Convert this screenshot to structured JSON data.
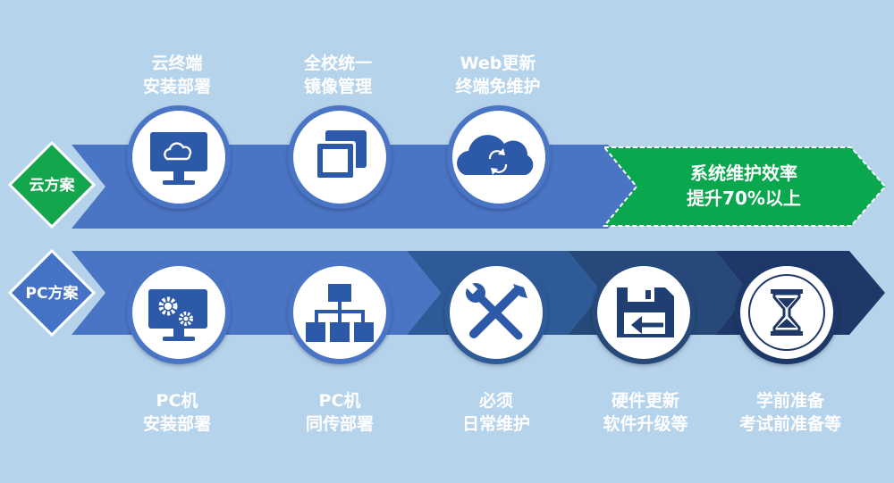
{
  "cloud": {
    "badge": "云方案",
    "steps": [
      {
        "line1": "云终端",
        "line2": "安装部署",
        "icon": "monitor-cloud-icon"
      },
      {
        "line1": "全校统一",
        "line2": "镜像管理",
        "icon": "stacked-windows-icon"
      },
      {
        "line1": "Web更新",
        "line2": "终端免维护",
        "icon": "cloud-sync-icon"
      }
    ],
    "result": {
      "line1": "系统维护效率",
      "line2": "提升70%以上"
    }
  },
  "pc": {
    "badge": "PC方案",
    "steps": [
      {
        "line1": "PC机",
        "line2": "安装部署",
        "icon": "monitor-gears-icon"
      },
      {
        "line1": "PC机",
        "line2": "同传部署",
        "icon": "network-hierarchy-icon"
      },
      {
        "line1": "必须",
        "line2": "日常维护",
        "icon": "wrench-screwdriver-icon"
      },
      {
        "line1": "硬件更新",
        "line2": "软件升级等",
        "icon": "floppy-disk-arrow-icon"
      },
      {
        "line1": "学前准备",
        "line2": "考试前准备等",
        "icon": "hourglass-icon"
      }
    ]
  },
  "colors": {
    "background": "#b6d3ec",
    "cloud_arrow": "#4a74c4",
    "result_green": "#0aa84e",
    "badge_green": "#13a64c",
    "pc_badge_blue": "#4472c4",
    "pc_segments": [
      "#4a74c4",
      "#4a74c4",
      "#2e5a98",
      "#26497a",
      "#1f3868"
    ]
  }
}
